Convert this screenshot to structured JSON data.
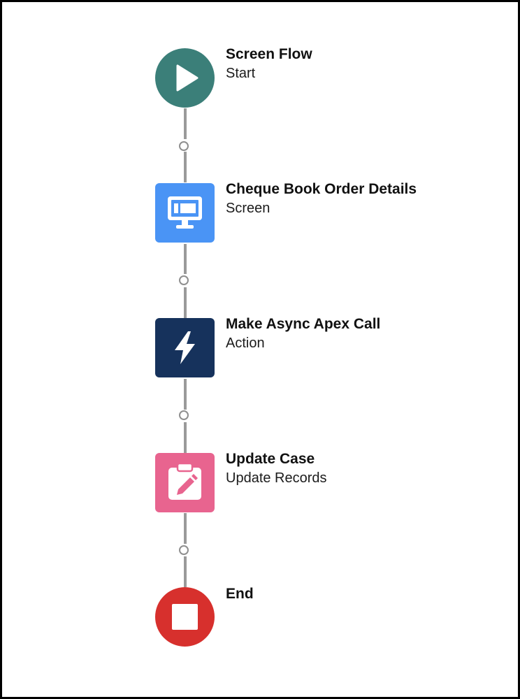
{
  "flow": {
    "nodes": [
      {
        "title": "Screen Flow",
        "subtitle": "Start",
        "color": "#3b7f79",
        "shape": "circle",
        "icon": "play-icon"
      },
      {
        "title": "Cheque Book Order Details",
        "subtitle": "Screen",
        "color": "#4a94f5",
        "shape": "square",
        "icon": "screen-icon"
      },
      {
        "title": "Make Async Apex Call",
        "subtitle": "Action",
        "color": "#16325c",
        "shape": "square",
        "icon": "lightning-icon"
      },
      {
        "title": "Update Case",
        "subtitle": "Update Records",
        "color": "#e8648f",
        "shape": "square",
        "icon": "clipboard-edit-icon"
      },
      {
        "title": "End",
        "subtitle": "",
        "color": "#d7302d",
        "shape": "circle",
        "icon": "stop-icon"
      }
    ],
    "connector_color": "#9a9a9a"
  }
}
